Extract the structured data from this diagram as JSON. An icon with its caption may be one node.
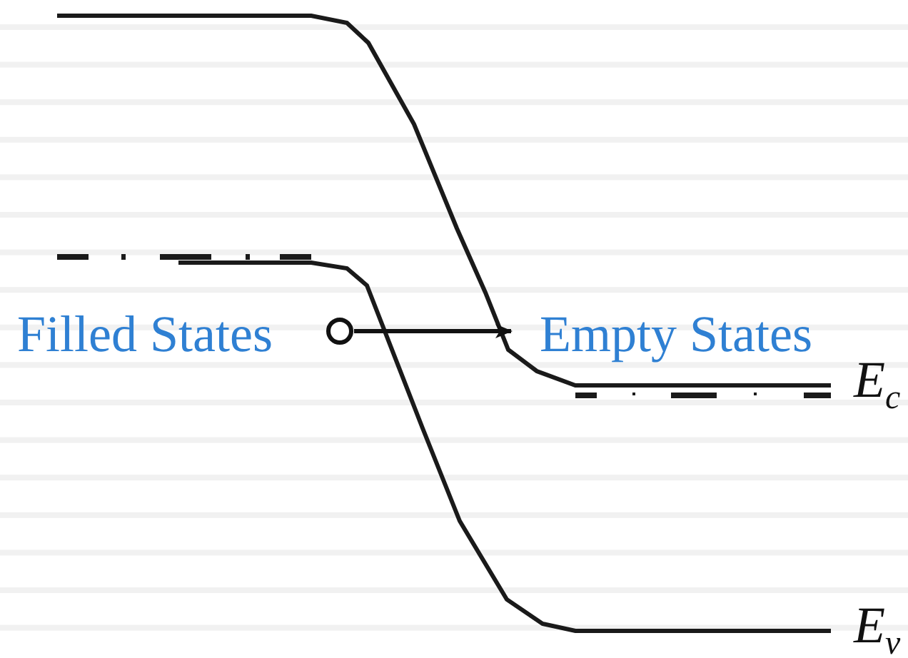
{
  "diagram": {
    "nodes": [
      {
        "text": [
          "Filled States"
        ]
      },
      {
        "text": [],
        "shape": "circle"
      },
      {
        "text": [
          "Empty States"
        ]
      }
    ],
    "edges": [
      {
        "from": 1,
        "to": 2,
        "arrow": "to"
      }
    ],
    "labels": [
      "E$_{c}$",
      "E$_{v}$"
    ]
  }
}
